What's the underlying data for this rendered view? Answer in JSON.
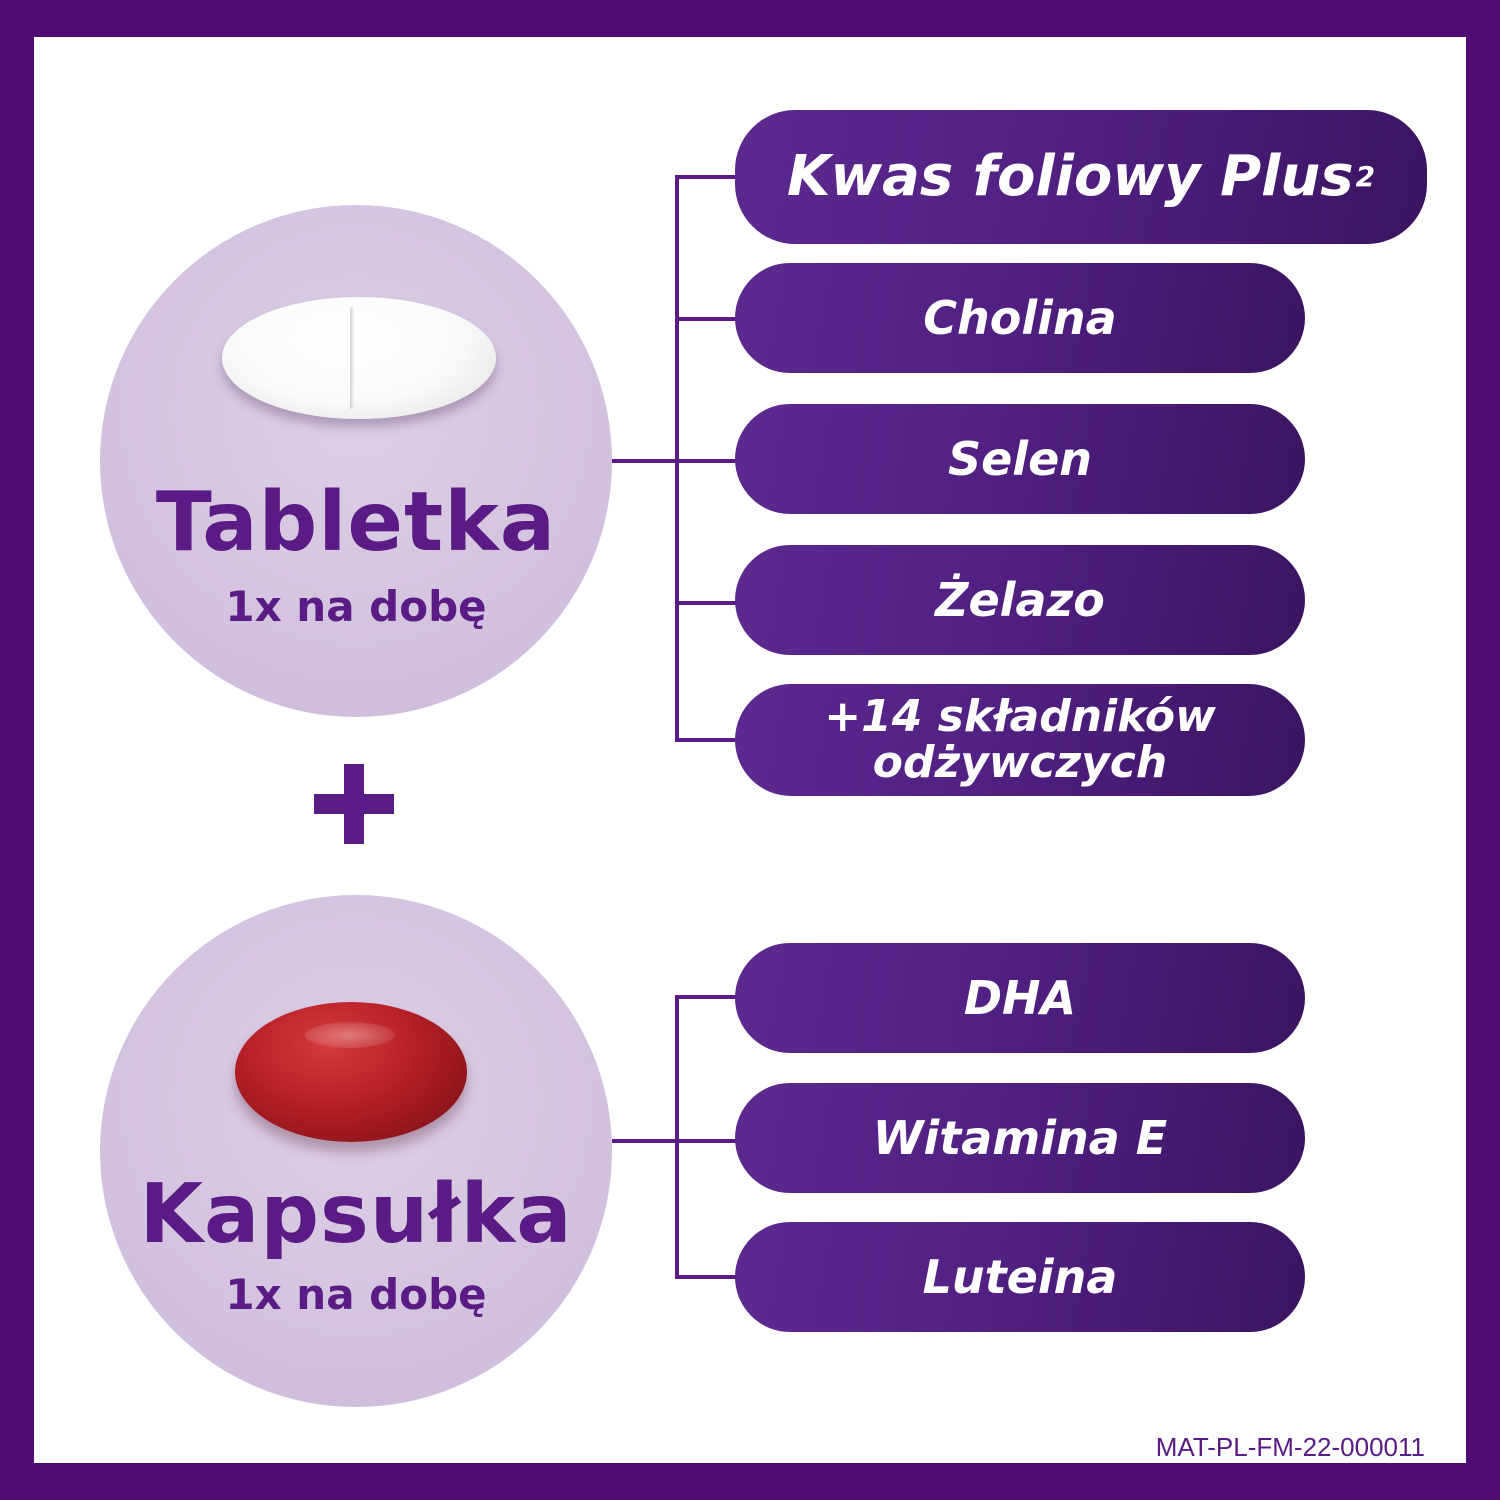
{
  "tablet_group": {
    "title": "Tabletka",
    "subtitle": "1x na dobę",
    "ingredients": [
      {
        "name": "Kwas foliowy Plus",
        "sup": "2"
      },
      {
        "name": "Cholina"
      },
      {
        "name": "Selen"
      },
      {
        "name": "Żelazo"
      },
      {
        "name": "+14 składników odżywczych"
      }
    ]
  },
  "plus_symbol": "+",
  "capsule_group": {
    "title": "Kapsułka",
    "subtitle": "1x na dobę",
    "ingredients": [
      {
        "name": "DHA"
      },
      {
        "name": "Witamina E"
      },
      {
        "name": "Luteina"
      }
    ]
  },
  "footer_code": "MAT-PL-FM-22-000011",
  "colors": {
    "border": "#4f0b74",
    "brand_purple": "#5a1b84",
    "circle_lilac": "#d3c3df",
    "pill_purple": "#4f1f80",
    "capsule_red": "#b51f26"
  },
  "icons": [
    "tablet-icon",
    "capsule-icon",
    "plus-icon"
  ]
}
